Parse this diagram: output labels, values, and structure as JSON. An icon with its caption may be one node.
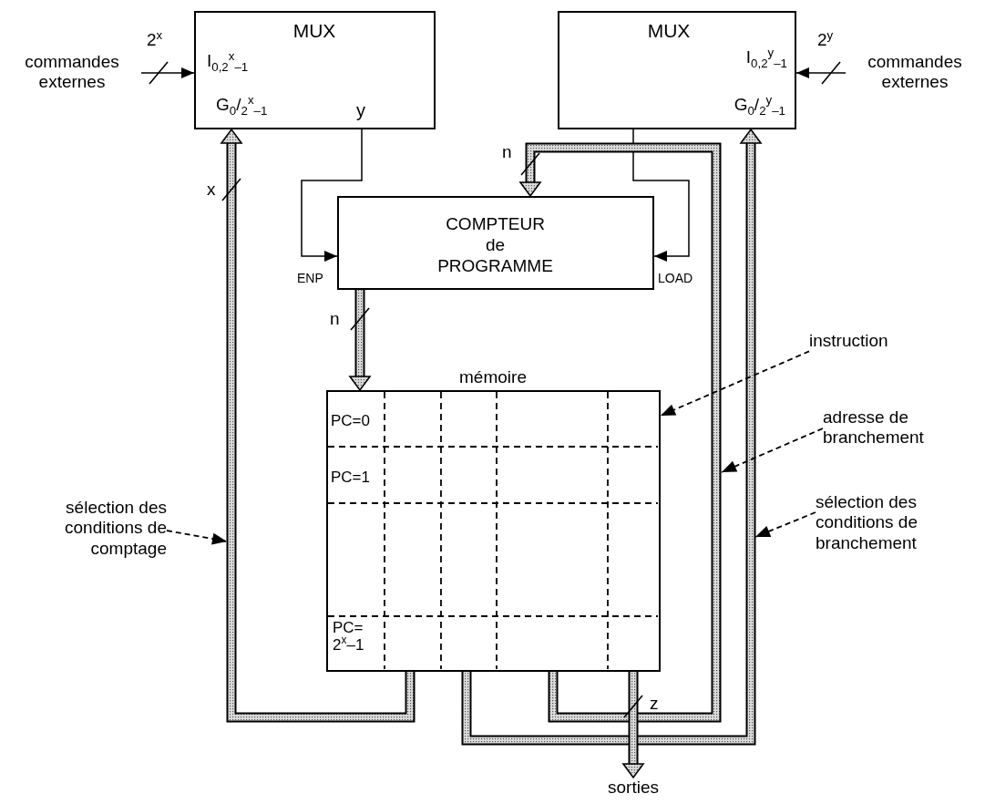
{
  "diagram": {
    "nodes": [
      {
        "text": [
          "MUX",
          "I$_{0,2}$$^{x}$$_{–1}$",
          "G$_{0}$/$_{2}$$^{x}$$_{–1}$",
          "y"
        ]
      },
      {
        "text": [
          "MUX",
          "I$_{0,2}$$^{y}$$_{–1}$",
          "G$_{0}$/$_{2}$$^{y}$$_{–1}$"
        ]
      },
      {
        "text": [
          "COMPTEUR de PROGRAMME"
        ],
        "beside": [
          "ENP",
          "LOAD"
        ]
      },
      {
        "text": [
          "mémoire",
          "PC=0",
          "PC=1",
          "PC= 2$^{x}$–1"
        ]
      },
      {
        "text": [
          "commandes externes"
        ]
      },
      {
        "text": [
          "commandes externes"
        ]
      },
      {
        "text": [
          "sélection des conditions de comptage"
        ]
      },
      {
        "text": [
          "instruction"
        ]
      },
      {
        "text": [
          "adresse de branchement"
        ]
      },
      {
        "text": [
          "sélection des conditions de branchement"
        ]
      },
      {
        "text": [
          "sorties"
        ]
      }
    ],
    "edges": [
      {
        "from": 4,
        "to": 0,
        "arrow": "to",
        "label": "2$^{x}$"
      },
      {
        "from": 5,
        "to": 1,
        "arrow": "to",
        "label": "2$^{y}$"
      },
      {
        "from": 0,
        "to": 2,
        "arrow": "to"
      },
      {
        "from": 1,
        "to": 2,
        "arrow": "to"
      },
      {
        "from": 3,
        "to": 0,
        "arrow": "to",
        "label": "x",
        "style": "thick"
      },
      {
        "from": 3,
        "to": 2,
        "arrow": "to",
        "label": "n",
        "style": "thick"
      },
      {
        "from": 2,
        "to": 3,
        "arrow": "to",
        "label": "n",
        "style": "thick"
      },
      {
        "from": 3,
        "to": 1,
        "arrow": "to",
        "style": "thick"
      },
      {
        "from": 3,
        "to": 10,
        "arrow": "to",
        "label": "z",
        "style": "thick"
      },
      {
        "from": 6,
        "to": null,
        "arrow": "to",
        "style": "dashed"
      },
      {
        "from": 7,
        "to": 3,
        "arrow": "to",
        "style": "dashed"
      },
      {
        "from": 8,
        "to": null,
        "arrow": "to",
        "style": "dashed"
      },
      {
        "from": 9,
        "to": null,
        "arrow": "to",
        "style": "dashed"
      }
    ]
  }
}
